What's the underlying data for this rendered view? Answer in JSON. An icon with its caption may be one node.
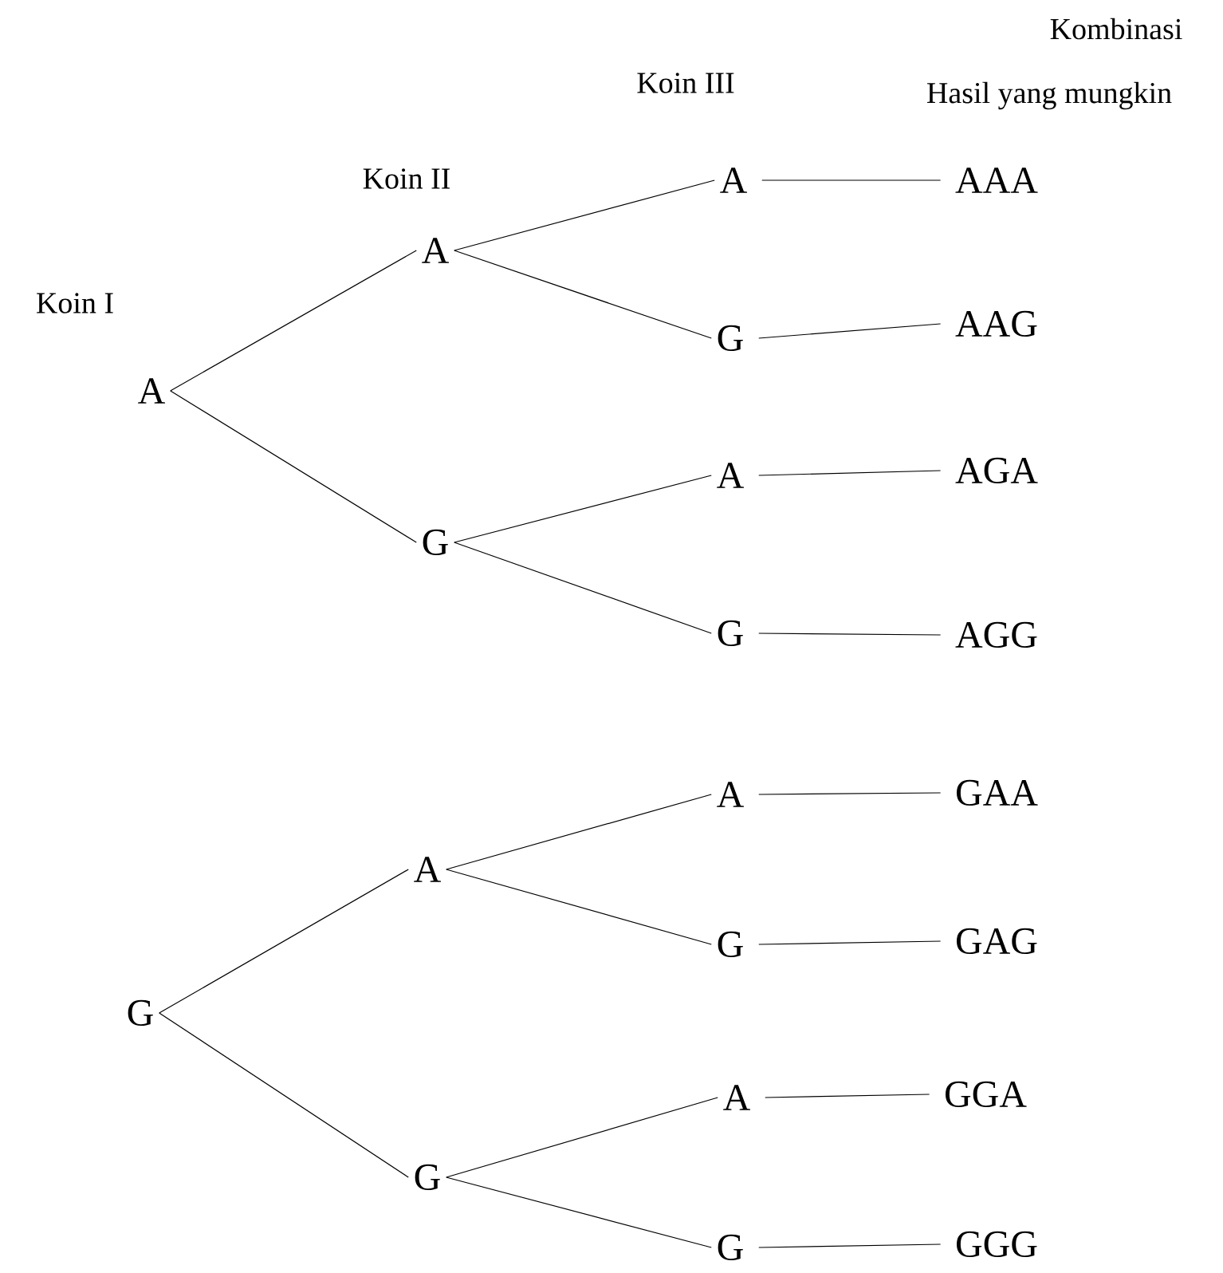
{
  "diagram": {
    "nodes": [
      {
        "text": [
          "A"
        ]
      },
      {
        "text": [
          "A"
        ]
      },
      {
        "text": [
          "G"
        ]
      },
      {
        "text": [
          "A"
        ]
      },
      {
        "text": [
          "G"
        ]
      },
      {
        "text": [
          "A"
        ]
      },
      {
        "text": [
          "G"
        ]
      },
      {
        "text": [
          "AAA"
        ]
      },
      {
        "text": [
          "AAG"
        ]
      },
      {
        "text": [
          "AGA"
        ]
      },
      {
        "text": [
          "AGG"
        ]
      },
      {
        "text": [
          "G"
        ]
      },
      {
        "text": [
          "A"
        ]
      },
      {
        "text": [
          "G"
        ]
      },
      {
        "text": [
          "A"
        ]
      },
      {
        "text": [
          "G"
        ]
      },
      {
        "text": [
          "A"
        ]
      },
      {
        "text": [
          "G"
        ]
      },
      {
        "text": [
          "GAA"
        ]
      },
      {
        "text": [
          "GAG"
        ]
      },
      {
        "text": [
          "GGA"
        ]
      },
      {
        "text": [
          "GGG"
        ]
      }
    ],
    "edges": [
      {
        "from": 0,
        "to": 1,
        "arrow": "none"
      },
      {
        "from": 0,
        "to": 2,
        "arrow": "none"
      },
      {
        "from": 1,
        "to": 3,
        "arrow": "none"
      },
      {
        "from": 1,
        "to": 4,
        "arrow": "none"
      },
      {
        "from": 2,
        "to": 5,
        "arrow": "none"
      },
      {
        "from": 2,
        "to": 6,
        "arrow": "none"
      },
      {
        "from": 3,
        "to": 7,
        "arrow": "none"
      },
      {
        "from": 4,
        "to": 8,
        "arrow": "none"
      },
      {
        "from": 5,
        "to": 9,
        "arrow": "none"
      },
      {
        "from": 6,
        "to": 10,
        "arrow": "none"
      },
      {
        "from": 11,
        "to": 12,
        "arrow": "none"
      },
      {
        "from": 11,
        "to": 13,
        "arrow": "none"
      },
      {
        "from": 12,
        "to": 14,
        "arrow": "none"
      },
      {
        "from": 12,
        "to": 15,
        "arrow": "none"
      },
      {
        "from": 13,
        "to": 16,
        "arrow": "none"
      },
      {
        "from": 13,
        "to": 17,
        "arrow": "none"
      },
      {
        "from": 14,
        "to": 18,
        "arrow": "none"
      },
      {
        "from": 15,
        "to": 19,
        "arrow": "none"
      },
      {
        "from": 16,
        "to": 20,
        "arrow": "none"
      },
      {
        "from": 17,
        "to": 21,
        "arrow": "none"
      }
    ],
    "labels": [
      "Kombinasi",
      "Koin III",
      "Hasil yang mungkin",
      "Koin II",
      "Koin I"
    ]
  }
}
